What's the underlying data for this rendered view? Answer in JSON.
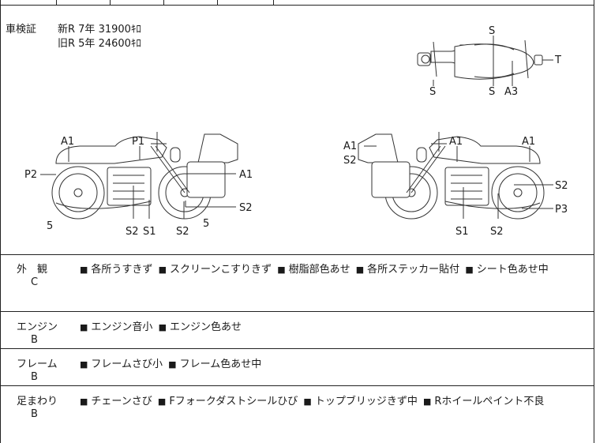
{
  "registration": {
    "label": "車検証",
    "new_line": "新R  7年  31900ｷﾛ",
    "old_line": "旧R  5年  24600ｷﾛ"
  },
  "diagram_labels": {
    "top_s1": "S",
    "top_s2": "S",
    "top_s3": "S",
    "top_a3": "A3",
    "top_t": "T",
    "left_a1_top": "A1",
    "left_p1": "P1",
    "left_p2": "P2",
    "left_a1_right": "A1",
    "left_s2_right": "S2",
    "left_5_a": "5",
    "left_5_b": "5",
    "left_s2_a": "S2",
    "left_s1": "S1",
    "left_s2_b": "S2",
    "right_a1_left": "A1",
    "right_s2_left": "S2",
    "right_a1_mid": "A1",
    "right_a1_right": "A1",
    "right_s2_right": "S2",
    "right_p3": "P3",
    "right_s1": "S1",
    "right_s2_bottom": "S2"
  },
  "marker": "■",
  "sections": [
    {
      "name": "外　観",
      "grade": "C",
      "items": [
        "各所うすきず",
        "スクリーンこすりきず",
        "樹脂部色あせ",
        "各所ステッカー貼付",
        "シート色あせ中"
      ]
    },
    {
      "name": "エンジン",
      "grade": "B",
      "items": [
        "エンジン音小",
        "エンジン色あせ"
      ]
    },
    {
      "name": "フレーム",
      "grade": "B",
      "items": [
        "フレームさび小",
        "フレーム色あせ中"
      ]
    },
    {
      "name": "足まわり",
      "grade": "B",
      "items": [
        "チェーンさび",
        "Fフォークダストシールひび",
        "トップブリッジきず中",
        "Rホイールペイント不良"
      ]
    }
  ]
}
